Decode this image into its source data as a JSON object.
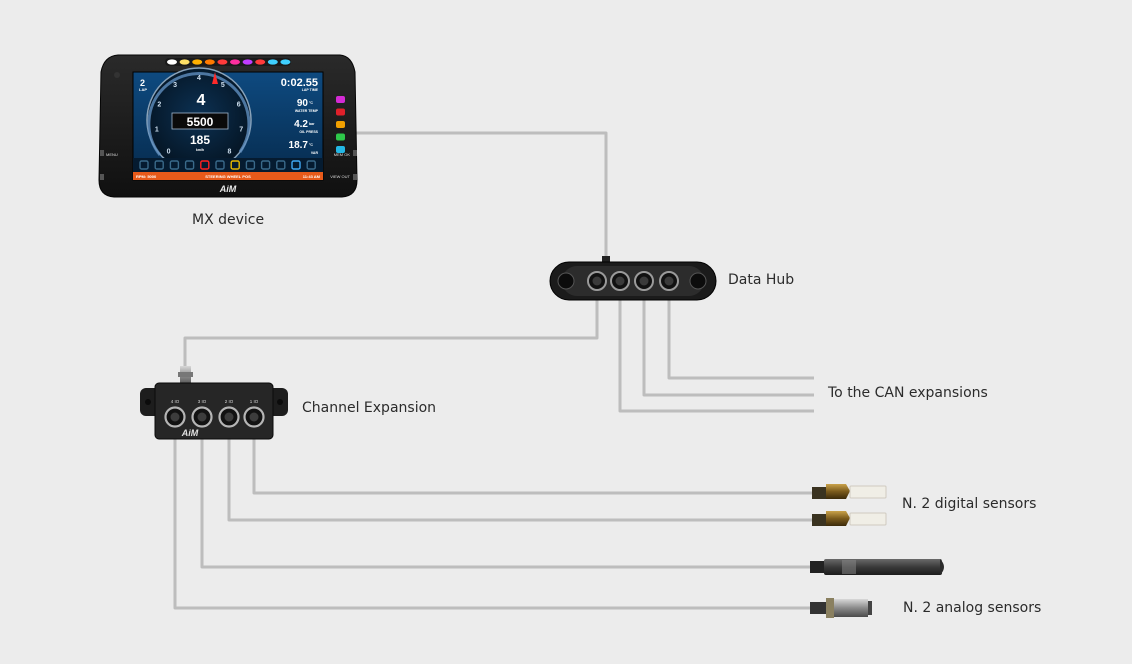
{
  "labels": {
    "mx_device": "MX device",
    "data_hub": "Data Hub",
    "channel_expansion": "Channel Expansion",
    "can_expansions": "To the CAN expansions",
    "digital_sensors": "N. 2 digital sensors",
    "analog_sensors": "N. 2 analog sensors"
  },
  "display": {
    "gear": "4",
    "rpm": "5500",
    "speed": "185",
    "speed_unit": "km/h",
    "lap_number": "2",
    "lap_label": "LAP",
    "lap_time": "0:02.55",
    "lap_time_label": "LAP TIME",
    "water_temp": "90",
    "water_temp_unit": "°C",
    "water_temp_label": "WATER TEMP",
    "oil_press": "4.2",
    "oil_press_unit": "bar",
    "oil_press_label": "OIL PRESS",
    "var_value": "18.7",
    "var_unit": "°C",
    "var_label": "VAR",
    "footer_left": "RPM: 5000",
    "footer_center": "STEERING WHEEL POS",
    "footer_right": "11:43 AM",
    "brand": "AiM",
    "menu_label": "MENU",
    "memory_label": "MEM OK",
    "view_label": "VIEW OUT",
    "dial_numbers": [
      "0",
      "1",
      "2",
      "3",
      "4",
      "5",
      "6",
      "7",
      "8"
    ]
  },
  "expansion_ports": [
    "4 IO",
    "3 IO",
    "2 IO",
    "1 IO"
  ],
  "expansion_brand": "AiM",
  "colors": {
    "background": "#ececec",
    "cable": "#b9b9b9",
    "screen": "#0b3f6e",
    "shift_lights": [
      "#ffffff",
      "#ffe066",
      "#ffb000",
      "#ff7a00",
      "#ff3b3b",
      "#ff2fa0",
      "#c03cff",
      "#ff3b3b",
      "#3fd0ff",
      "#3fd0ff"
    ],
    "side_leds": [
      "#d42bd4",
      "#e0202a",
      "#f2a000",
      "#2ec84a",
      "#23b7e5"
    ]
  }
}
